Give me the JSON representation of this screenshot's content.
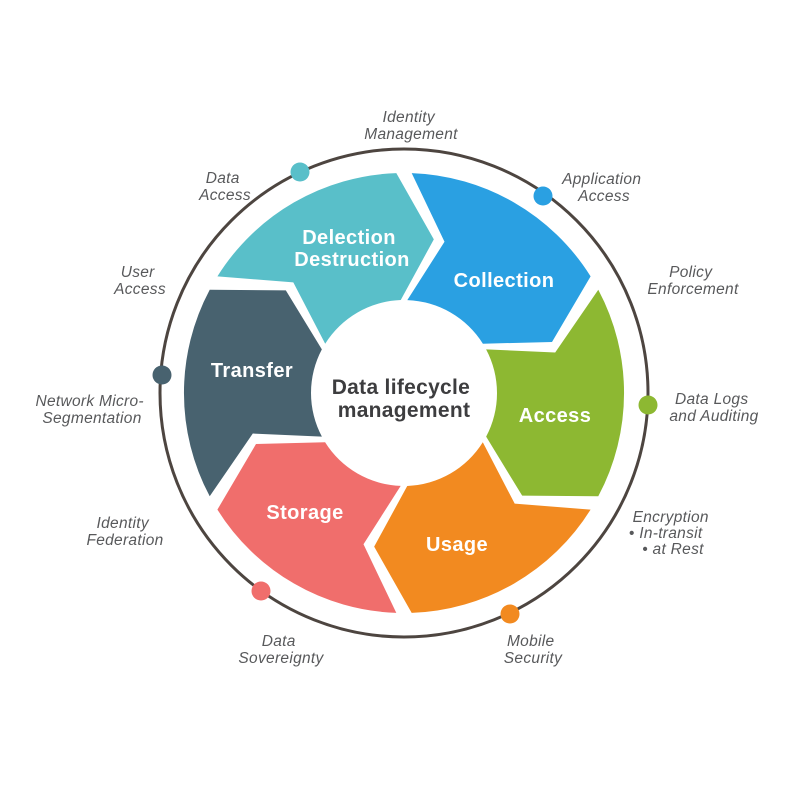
{
  "diagram_title": "Data lifecycle management",
  "center": {
    "lines": [
      "Data lifecycle",
      "management"
    ],
    "text_color": "#3D3D3F",
    "circle_color": "#FFFFFF"
  },
  "ring": {
    "color": "#4D4540"
  },
  "wheel": {
    "label_color": "#FFFFFF",
    "segments": [
      {
        "name": "Collection",
        "lines": [
          "Collection"
        ],
        "color": "#2AA0E2"
      },
      {
        "name": "Access",
        "lines": [
          "Access"
        ],
        "color": "#8DB832"
      },
      {
        "name": "Usage",
        "lines": [
          "Usage"
        ],
        "color": "#F28A20"
      },
      {
        "name": "Storage",
        "lines": [
          "Storage"
        ],
        "color": "#F06E6C"
      },
      {
        "name": "Transfer",
        "lines": [
          "Transfer"
        ],
        "color": "#48626F"
      },
      {
        "name": "Delection Destruction",
        "lines": [
          "Delection",
          "Destruction"
        ],
        "color": "#59BFC9"
      }
    ]
  },
  "outer_labels": {
    "text_color": "#58595B",
    "items": [
      {
        "id": "identity-management",
        "lines": [
          "Identity",
          "Management"
        ]
      },
      {
        "id": "application-access",
        "lines": [
          "Application",
          "Access"
        ]
      },
      {
        "id": "policy-enforcement",
        "lines": [
          "Policy",
          "Enforcement"
        ]
      },
      {
        "id": "data-logs-auditing",
        "lines": [
          "Data Logs",
          "and Auditing"
        ]
      },
      {
        "id": "encryption",
        "lines": [
          "Encryption",
          "• In-transit",
          "• at Rest"
        ]
      },
      {
        "id": "mobile-security",
        "lines": [
          "Mobile",
          "Security"
        ]
      },
      {
        "id": "data-sovereignty",
        "lines": [
          "Data",
          "Sovereignty"
        ]
      },
      {
        "id": "identity-federation",
        "lines": [
          "Identity",
          "Federation"
        ]
      },
      {
        "id": "network-micro-segmentation",
        "lines": [
          "Network Micro-",
          "Segmentation"
        ]
      },
      {
        "id": "user-access",
        "lines": [
          "User",
          "Access"
        ]
      },
      {
        "id": "data-access",
        "lines": [
          "Data",
          "Access"
        ]
      }
    ]
  }
}
